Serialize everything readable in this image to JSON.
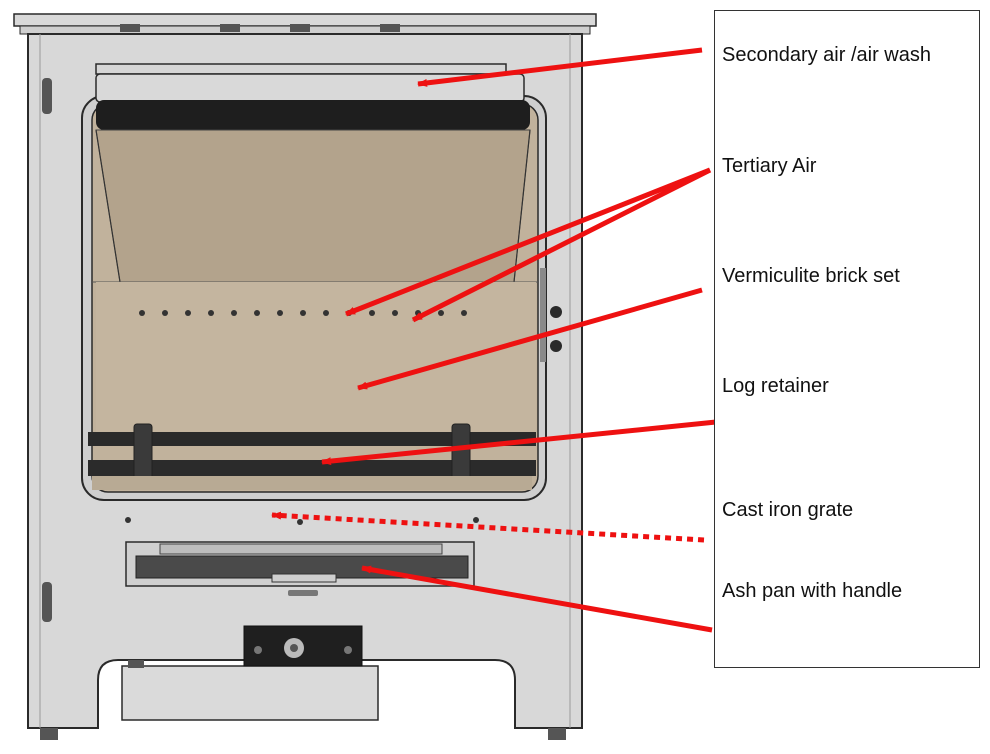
{
  "labels": {
    "secondary_air": "Secondary air /air wash",
    "tertiary_air": "Tertiary Air",
    "vermiculite": "Vermiculite brick set",
    "log_retainer": "Log retainer",
    "grate": "Cast iron grate",
    "ash_pan": "Ash pan  with handle"
  },
  "colors": {
    "arrow": "#ee1111",
    "stove_body": "#d8d8d8",
    "firebox": "#c1b29c",
    "outline": "#2a2a2a",
    "dark": "#222222"
  }
}
